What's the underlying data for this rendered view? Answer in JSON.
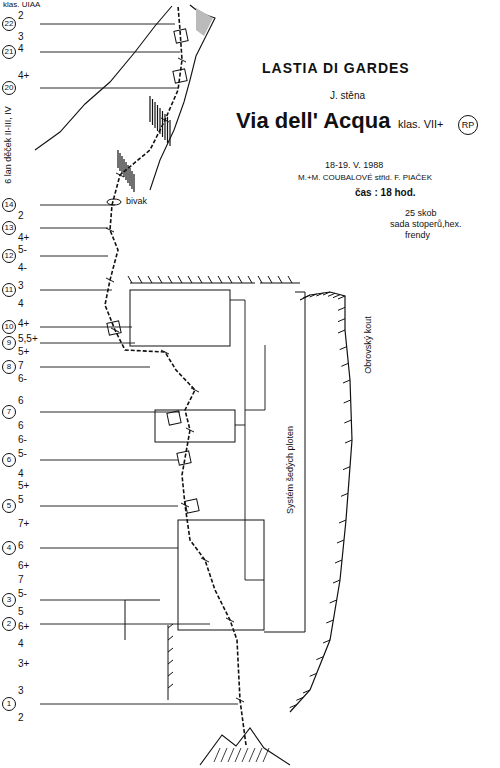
{
  "diagram": {
    "title": "LASTIA DI GARDES",
    "nodes": [
      {
        "text": [
          "22"
        ]
      },
      {
        "text": [
          "21"
        ]
      },
      {
        "text": [
          "20"
        ]
      },
      {
        "text": [
          "14"
        ]
      },
      {
        "text": [
          "13"
        ]
      },
      {
        "text": [
          "12"
        ]
      },
      {
        "text": [
          "11"
        ]
      },
      {
        "text": [
          "10"
        ]
      },
      {
        "text": [
          "9"
        ]
      },
      {
        "text": [
          "8"
        ]
      },
      {
        "text": [
          "7"
        ]
      },
      {
        "text": [
          "6"
        ]
      },
      {
        "text": [
          "5"
        ]
      },
      {
        "text": [
          "4"
        ]
      },
      {
        "text": [
          "3"
        ]
      },
      {
        "text": [
          "2"
        ]
      },
      {
        "text": [
          "1"
        ]
      },
      {
        "text": [
          "RP"
        ]
      }
    ],
    "labels": [
      "J. stěna",
      "Via dell' Acqua",
      "klas. VII+",
      "18-19. V. 1988",
      "M.+M. COUBALOVÉ střid. F. PIAČEK",
      "čas : 18 hod.",
      "25 skob",
      "sada stoperů,hex.",
      "frendy",
      "bivak",
      "klas. UIAA",
      "6 lan děček II-III, IV",
      "Systém šedých ploten",
      "Obrovský kout",
      "2",
      "3",
      "4",
      "4+",
      "2",
      "4+",
      "5-",
      "4-",
      "3",
      "4",
      "4+",
      "5,5+",
      "5+",
      "7",
      "6-",
      "6",
      "6",
      "6-",
      "5-",
      "4",
      "5+",
      "5",
      "7+",
      "6",
      "6+",
      "7",
      "5-",
      "5",
      "6+",
      "4",
      "3+",
      "3",
      "2"
    ]
  }
}
